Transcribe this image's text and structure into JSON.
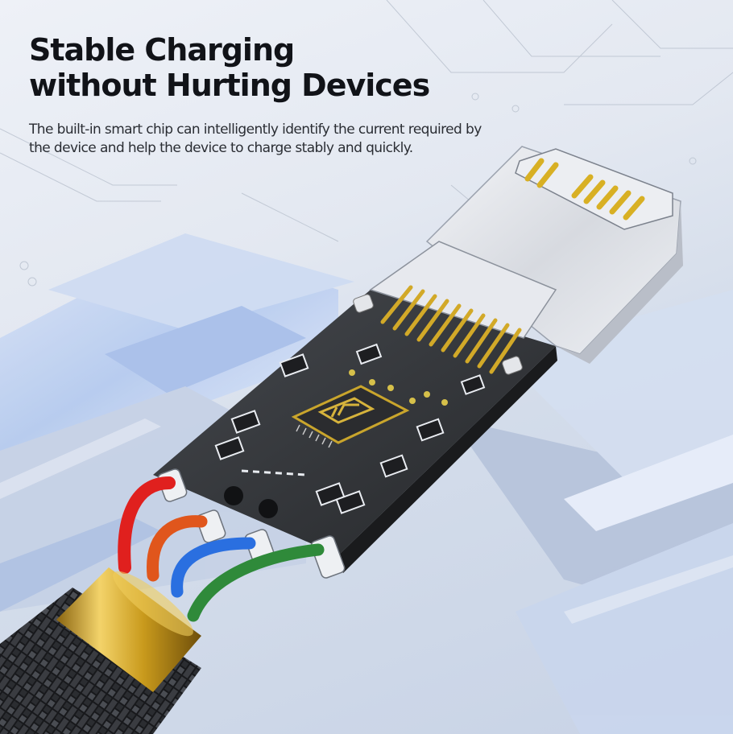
{
  "hero": {
    "headline_line1": "Stable Charging",
    "headline_line2": "without Hurting Devices",
    "body": "The built-in smart chip can intelligently identify the current required by the device and help the device to charge stably and quickly."
  },
  "illustration": {
    "subject": "lightning-connector-cable",
    "chip_logo": "smart-chip-logo",
    "wire_colors": [
      "#e0201e",
      "#e0561c",
      "#2a6fe0",
      "#2f8a3a"
    ],
    "gold_pin_color": "#d8b024",
    "pcb_color": "#2f3134",
    "ferrule_color": "#c99a1c",
    "braid_color": "#1b1c1f"
  },
  "colors": {
    "background": "#dfe5ef",
    "glass": "#b9cdef",
    "text": "#111318"
  }
}
